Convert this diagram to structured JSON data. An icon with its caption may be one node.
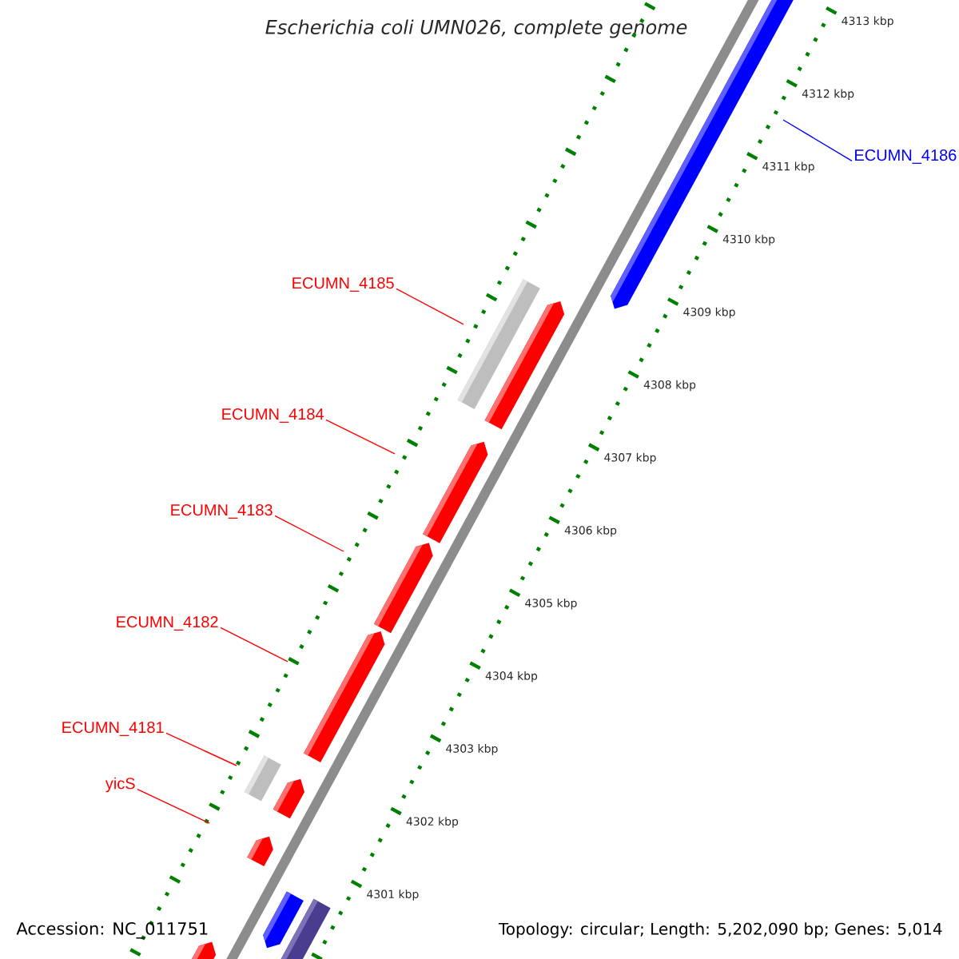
{
  "diagram": {
    "title": "Escherichia coli UMN026, complete genome",
    "nodes": [
      {
        "text": [
          "ECUMN_4186"
        ]
      },
      {
        "text": [
          "ECUMN_4185"
        ]
      },
      {
        "text": [
          "ECUMN_4184"
        ]
      },
      {
        "text": [
          "ECUMN_4183"
        ]
      },
      {
        "text": [
          "ECUMN_4182"
        ]
      },
      {
        "text": [
          "ECUMN_4181"
        ]
      },
      {
        "text": [
          "yicS"
        ]
      },
      {
        "text": [],
        "shape": "arrow"
      },
      {
        "text": [],
        "shape": "bar"
      },
      {
        "text": [],
        "shape": "arrow"
      },
      {
        "text": [],
        "shape": "arrow"
      },
      {
        "text": [],
        "shape": "arrow"
      },
      {
        "text": [],
        "shape": "arrow"
      },
      {
        "text": [],
        "shape": "bar"
      },
      {
        "text": [],
        "shape": "arrow"
      },
      {
        "text": [],
        "shape": "arrow"
      },
      {
        "text": [],
        "shape": "arrow"
      },
      {
        "text": [],
        "shape": "bar"
      },
      {
        "text": [],
        "shape": "arrow"
      }
    ],
    "edges": [
      {
        "from": 0,
        "to": null,
        "arrow": "none",
        "color": "#0000ff"
      },
      {
        "from": 1,
        "to": null,
        "arrow": "none"
      },
      {
        "from": 2,
        "to": null,
        "arrow": "none"
      },
      {
        "from": 3,
        "to": null,
        "arrow": "none"
      },
      {
        "from": 4,
        "to": null,
        "arrow": "none"
      },
      {
        "from": 5,
        "to": null,
        "arrow": "none"
      },
      {
        "from": 6,
        "to": null,
        "arrow": "none"
      }
    ],
    "labels": [
      "4313 kbp",
      "4312 kbp",
      "4311 kbp",
      "4310 kbp",
      "4309 kbp",
      "4308 kbp",
      "4307 kbp",
      "4306 kbp",
      "4305 kbp",
      "4304 kbp",
      "4303 kbp",
      "4302 kbp",
      "4301 kbp",
      "Accession: NC_011751",
      "Topology: circular; Length: 5,202,090 bp; Genes: 5,014"
    ]
  }
}
